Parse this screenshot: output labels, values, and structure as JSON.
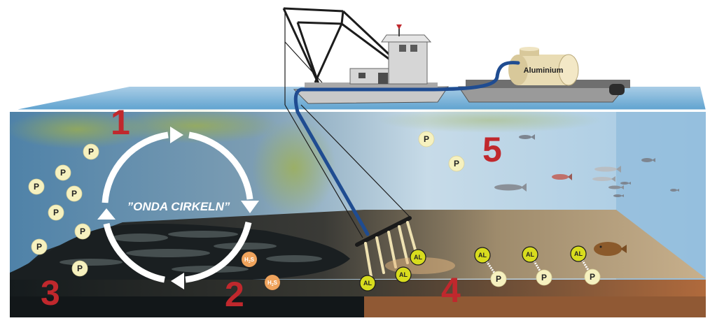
{
  "labels": {
    "step1": "1",
    "step2": "2",
    "step3": "3",
    "step4": "4",
    "step5": "5",
    "cycle": "”ONDA CIRKELN”",
    "tank": "Aluminium",
    "phosphorus": "P",
    "aluminium": "AL",
    "h2s_main": "H",
    "h2s_sub": "2",
    "h2s_end": "S"
  },
  "colors": {
    "step_number": "#c0282d",
    "phosphorus_bubble": "#f6f1bf",
    "aluminium_bubble": "#d8dc1e",
    "h2s_bubble": "#efa35c",
    "water_light": "#b8d7ea",
    "water_deep": "#4f82a8",
    "sediment_black": "#1c2023",
    "seabed": "#b7a17d",
    "cycle_arrow": "#ffffff"
  },
  "icons": {
    "vessel": "dredger-ship-icon",
    "barge": "tank-barge-icon",
    "fish": "fish-icon",
    "flatfish": "flounder-icon",
    "injector": "injection-rake-icon"
  }
}
